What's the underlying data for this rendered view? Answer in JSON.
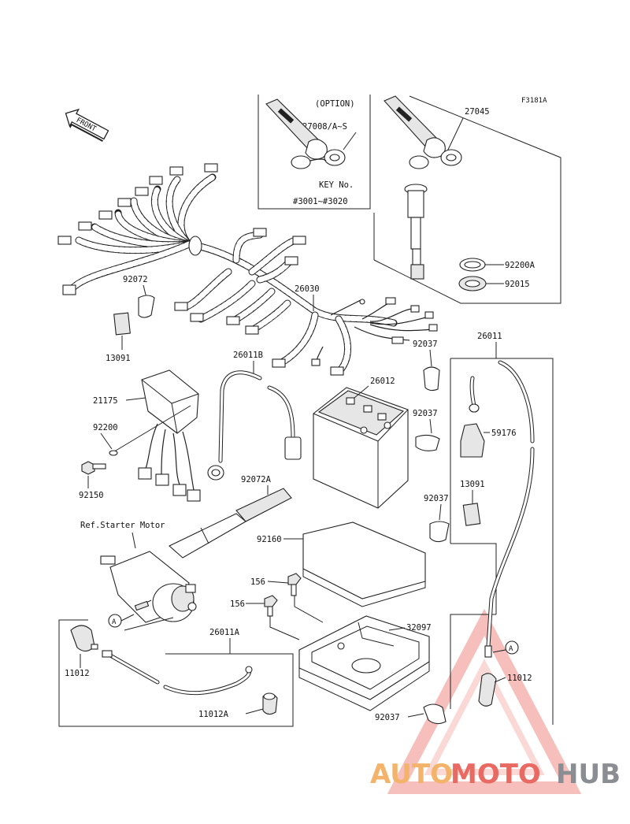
{
  "figure_code": "F3181A",
  "front_label": "FRONT",
  "option_box": {
    "title": "(OPTION)",
    "part": "27008/A~S",
    "key_label": "KEY No.",
    "key_range": "#3001~#3020"
  },
  "parts": {
    "p27045": "27045",
    "p92200A": "92200A",
    "p92015": "92015",
    "p92072": "92072",
    "p13091a": "13091",
    "p26030": "26030",
    "p26011B": "26011B",
    "p92037a": "92037",
    "p26011": "26011",
    "p21175": "21175",
    "p26012": "26012",
    "p92037b": "92037",
    "p92200": "92200",
    "p59176": "59176",
    "p92150": "92150",
    "p92072A": "92072A",
    "p13091b": "13091",
    "p92037c": "92037",
    "p92160": "92160",
    "p156a": "156",
    "p156b": "156",
    "p32097": "32097",
    "p26011A": "26011A",
    "p11012a": "11012",
    "p11012b": "11012",
    "p11012A": "11012A",
    "p92037d": "92037"
  },
  "ref_starter": "Ref.Starter Motor",
  "ref_marker": "A",
  "watermark": {
    "part1": "AUTO",
    "part2": "MOTO",
    "part3": "HUB",
    "color1": "#f3b36a",
    "color2": "#e96a63",
    "color3": "#8a8e93"
  }
}
